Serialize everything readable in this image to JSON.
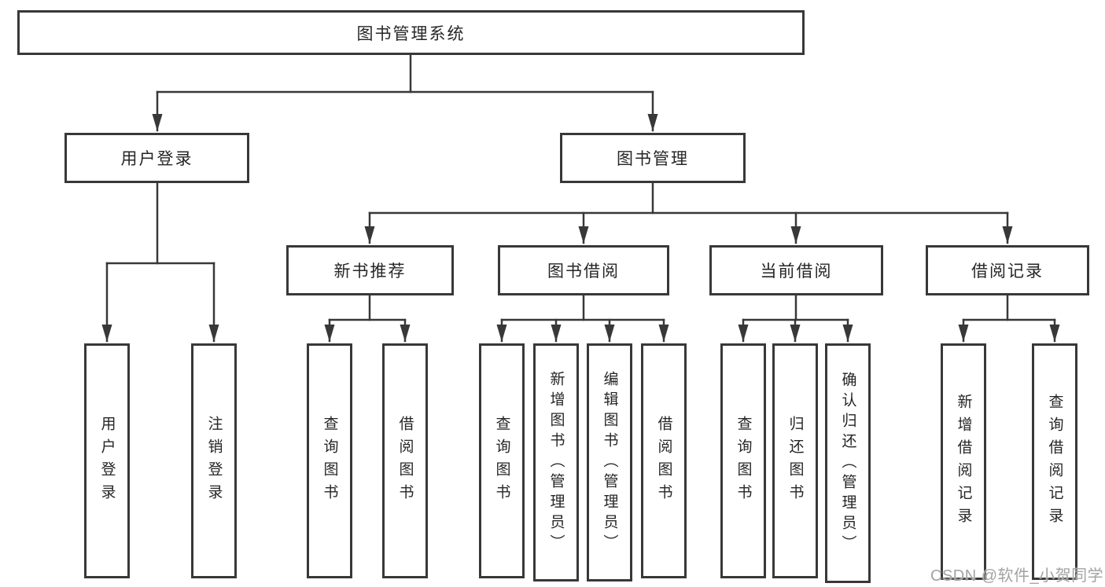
{
  "page": {
    "background": "#ffffff"
  },
  "colors": {
    "line": "#383838",
    "box_border": "#383838",
    "box_fill": "#ffffff",
    "text": "#262626",
    "watermark": "#a3a3a3"
  },
  "watermark": {
    "text": "CSDN @软件_小贺同学"
  },
  "tree": {
    "root": {
      "label": "图书管理系统"
    },
    "children": [
      {
        "label": "用户登录",
        "children": [
          {
            "label": "用户登录"
          },
          {
            "label": "注销登录"
          }
        ]
      },
      {
        "label": "图书管理",
        "children": [
          {
            "label": "新书推荐",
            "children": [
              {
                "label": "查询图书"
              },
              {
                "label": "借阅图书"
              }
            ]
          },
          {
            "label": "图书借阅",
            "children": [
              {
                "label": "查询图书"
              },
              {
                "label": "新增图书（管理员）"
              },
              {
                "label": "编辑图书（管理员）"
              },
              {
                "label": "借阅图书"
              }
            ]
          },
          {
            "label": "当前借阅",
            "children": [
              {
                "label": "查询图书"
              },
              {
                "label": "归还图书"
              },
              {
                "label": "确认归还（管理员）"
              }
            ]
          },
          {
            "label": "借阅记录",
            "children": [
              {
                "label": "新增借阅记录"
              },
              {
                "label": "查询借阅记录"
              }
            ]
          }
        ]
      }
    ]
  }
}
